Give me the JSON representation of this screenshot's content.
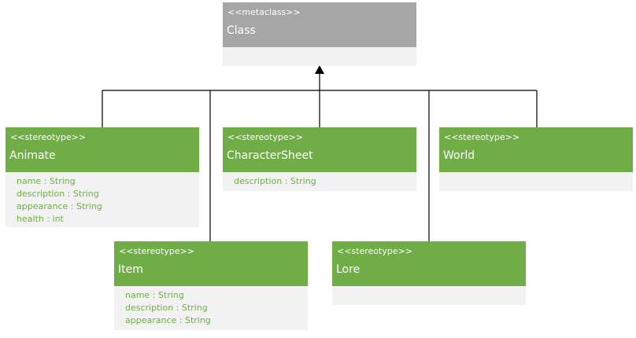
{
  "metaclass": {
    "stereotype": "<<metaclass>>",
    "name": "Class",
    "fill": "#a6a6a6"
  },
  "classes": [
    {
      "stereotype": "<<stereotype>>",
      "name": "Animate",
      "attributes": [
        "name : String",
        "description : String",
        "appearance : String",
        "health : int"
      ]
    },
    {
      "stereotype": "<<stereotype>>",
      "name": "CharacterSheet",
      "attributes": [
        "description : String"
      ]
    },
    {
      "stereotype": "<<stereotype>>",
      "name": "World",
      "attributes": []
    },
    {
      "stereotype": "<<stereotype>>",
      "name": "Item",
      "attributes": [
        "name : String",
        "description : String",
        "appearance : String"
      ]
    },
    {
      "stereotype": "<<stereotype>>",
      "name": "Lore",
      "attributes": []
    }
  ],
  "colors": {
    "stereotype_fill": "#70ad47",
    "compartment_fill": "#f2f2f2",
    "attribute_text": "#70ad47",
    "connector": "#000000"
  }
}
